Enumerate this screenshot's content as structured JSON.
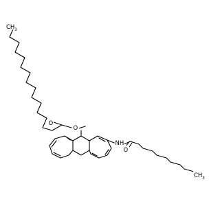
{
  "structure": {
    "atoms": {
      "ch3_top": {
        "symbol": "CH",
        "subscript": "3"
      },
      "ester_o": {
        "symbol": "O"
      },
      "carbonyl_o_left": {
        "symbol": "O"
      },
      "amide_n": {
        "symbol": "NH"
      },
      "carbonyl_o_right": {
        "symbol": "O"
      },
      "ch3_right": {
        "symbol": "CH",
        "subscript": "3"
      }
    }
  },
  "colors": {
    "bond": "#000000",
    "background": "#ffffff"
  }
}
